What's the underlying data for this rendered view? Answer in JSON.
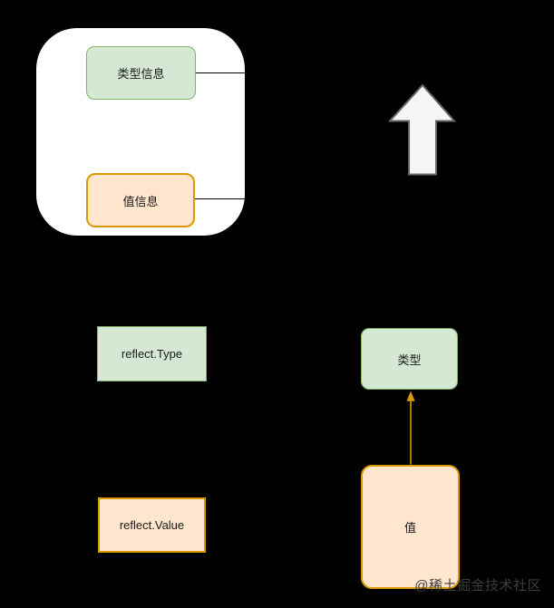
{
  "diagram": {
    "background": "#000000",
    "struct_panel": {
      "type_info_label": "类型信息",
      "value_info_label": "值信息"
    },
    "left_column": {
      "reflect_type_label": "reflect.Type",
      "reflect_value_label": "reflect.Value"
    },
    "right_column": {
      "type_label": "类型",
      "value_label": "值"
    },
    "watermark": "@稀土掘金技术社区",
    "colors": {
      "green_fill": "#d5e8d4",
      "green_stroke": "#82b366",
      "orange_fill": "#ffe6cc",
      "orange_stroke": "#d79b00",
      "panel_fill": "#ffffff",
      "arrow_fill": "#f5f5f5",
      "arrow_stroke": "#666666",
      "connector_color": "#d79b00",
      "text_color": "#1a1a1a",
      "watermark_color": "#3d3d3d"
    }
  }
}
